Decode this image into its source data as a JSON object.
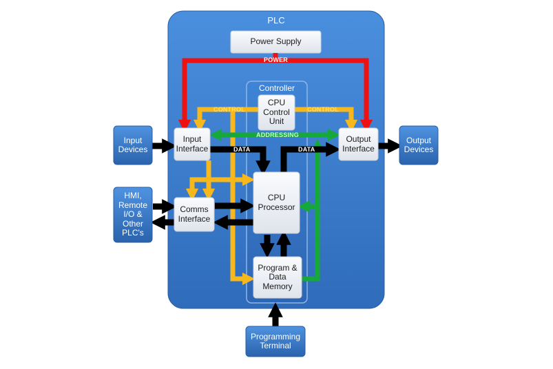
{
  "plc": {
    "title": "PLC",
    "power_supply": "Power Supply",
    "controller": "Controller",
    "cpu_control_unit": "CPU\nControl\nUnit",
    "input_interface": "Input\nInterface",
    "output_interface": "Output\nInterface",
    "comms_interface": "Comms\nInterface",
    "cpu_processor": "CPU\nProcessor",
    "program_memory": "Program &\nData\nMemory"
  },
  "external": {
    "input_devices": "Input\nDevices",
    "output_devices": "Output\nDevices",
    "hmi": "HMI,\nRemote\nI/O &\nOther\nPLC's",
    "programming_terminal": "Programming\nTerminal"
  },
  "signals": {
    "power": "POWER",
    "control_left": "CONTROL",
    "control_right": "CONTROL",
    "addressing": "ADDRESSING",
    "data_left": "DATA",
    "data_right": "DATA"
  },
  "colors": {
    "power": "#ee1111",
    "control": "#f6b81c",
    "addressing": "#17a83c",
    "data": "#000000",
    "plc_body": "#3d7fd1",
    "module": "#eef1f6"
  }
}
